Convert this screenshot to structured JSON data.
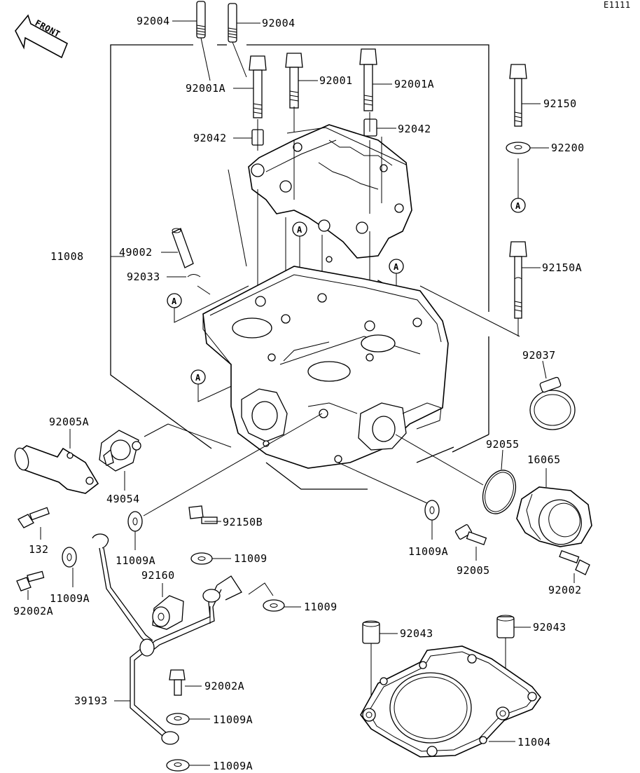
{
  "diagram_code": "E1111",
  "front_label": "FRONT",
  "ref_marker": "A",
  "labels": {
    "p92004_left": "92004",
    "p92004_right": "92004",
    "p92001A_left": "92001A",
    "p92001": "92001",
    "p92001A_right": "92001A",
    "p92042_left": "92042",
    "p92042_right": "92042",
    "p11008": "11008",
    "p49002": "49002",
    "p92033": "92033",
    "p92150": "92150",
    "p92200": "92200",
    "p92150A": "92150A",
    "p92037": "92037",
    "p92005A": "92005A",
    "p49054": "49054",
    "p92055": "92055",
    "p16065": "16065",
    "p132": "132",
    "p92150B": "92150B",
    "p11009A_a": "11009A",
    "p11009_a": "11009",
    "p11009A_b": "11009A",
    "p92005": "92005",
    "p92002": "92002",
    "p92160": "92160",
    "p11009A_c": "11009A",
    "p92002A_a": "92002A",
    "p11009_b": "11009",
    "p92043_left": "92043",
    "p92043_right": "92043",
    "p92002A_b": "92002A",
    "p39193": "39193",
    "p11009A_d": "11009A",
    "p11004": "11004",
    "p11009A_e": "11009A"
  }
}
